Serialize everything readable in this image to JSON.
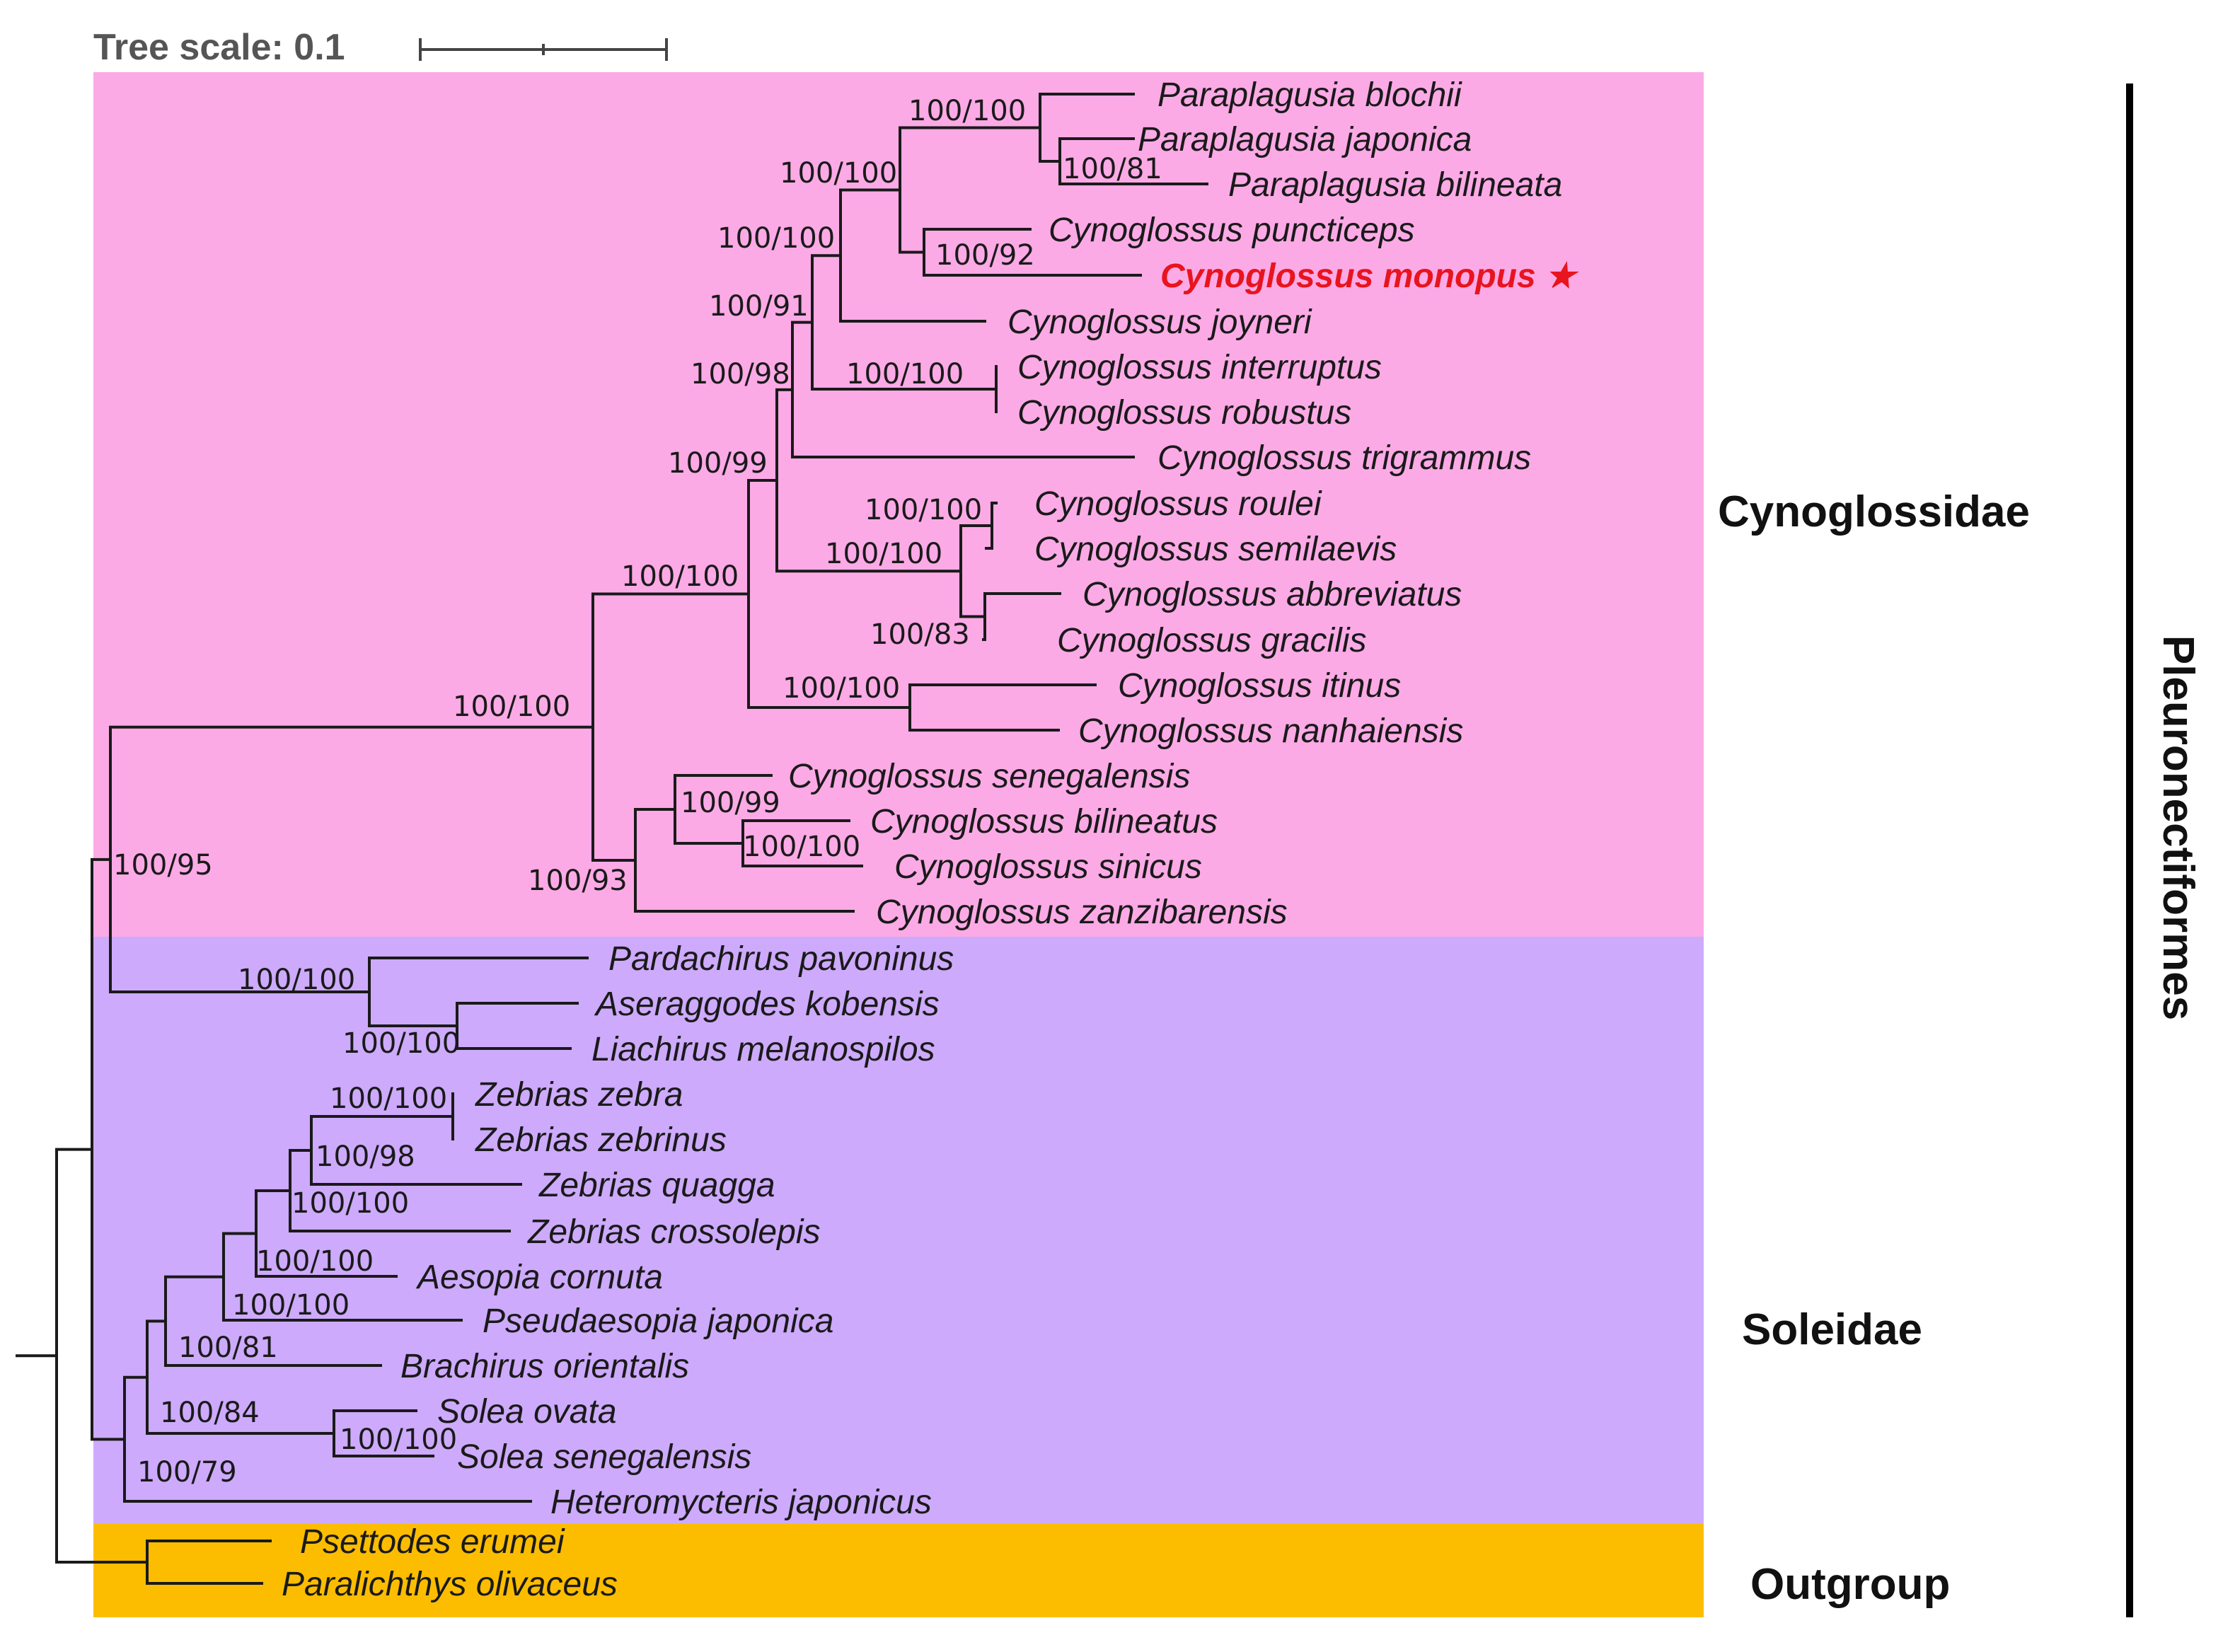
{
  "scale": {
    "label": "Tree scale: 0.1"
  },
  "colors": {
    "cynoglossidae_bg": "#fcaae6",
    "soleidae_bg": "#cdaafc",
    "outgroup_bg": "#fcbd00",
    "highlight_text": "#e8141e",
    "branch": "#1a1a1a"
  },
  "clades": {
    "cynoglossidae": "Cynoglossidae",
    "soleidae": "Soleidae",
    "outgroup": "Outgroup",
    "order": "Pleuronectiformes"
  },
  "taxa": [
    "Paraplagusia blochii",
    "Paraplagusia japonica",
    "Paraplagusia bilineata",
    "Cynoglossus puncticeps",
    "Cynoglossus monopus",
    "Cynoglossus joyneri",
    "Cynoglossus interruptus",
    "Cynoglossus robustus",
    "Cynoglossus trigrammus",
    "Cynoglossus roulei",
    "Cynoglossus semilaevis",
    "Cynoglossus abbreviatus",
    "Cynoglossus gracilis",
    "Cynoglossus itinus",
    "Cynoglossus nanhaiensis",
    "Cynoglossus senegalensis",
    "Cynoglossus bilineatus",
    "Cynoglossus sinicus",
    "Cynoglossus zanzibarensis",
    "Pardachirus pavoninus",
    "Aseraggodes kobensis",
    "Liachirus melanospilos",
    "Zebrias zebra",
    "Zebrias zebrinus",
    "Zebrias quagga",
    "Zebrias crossolepis",
    "Aesopia cornuta",
    "Pseudaesopia japonica",
    "Brachirus orientalis",
    "Solea ovata",
    "Solea senegalensis",
    "Heteromycteris japonicus",
    "Psettodes erumei",
    "Paralichthys olivaceus"
  ],
  "highlight_marker": "★",
  "support_values": [
    "100/100",
    "100/81",
    "100/100",
    "100/92",
    "100/100",
    "100/91",
    "100/100",
    "100/98",
    "100/99",
    "100/100",
    "100/100",
    "100/83",
    "100/100",
    "100/100",
    "100/100",
    "100/99",
    "100/100",
    "100/93",
    "100/95",
    "100/100",
    "100/100",
    "100/100",
    "100/98",
    "100/100",
    "100/100",
    "100/100",
    "100/81",
    "100/84",
    "100/100",
    "100/79"
  ]
}
